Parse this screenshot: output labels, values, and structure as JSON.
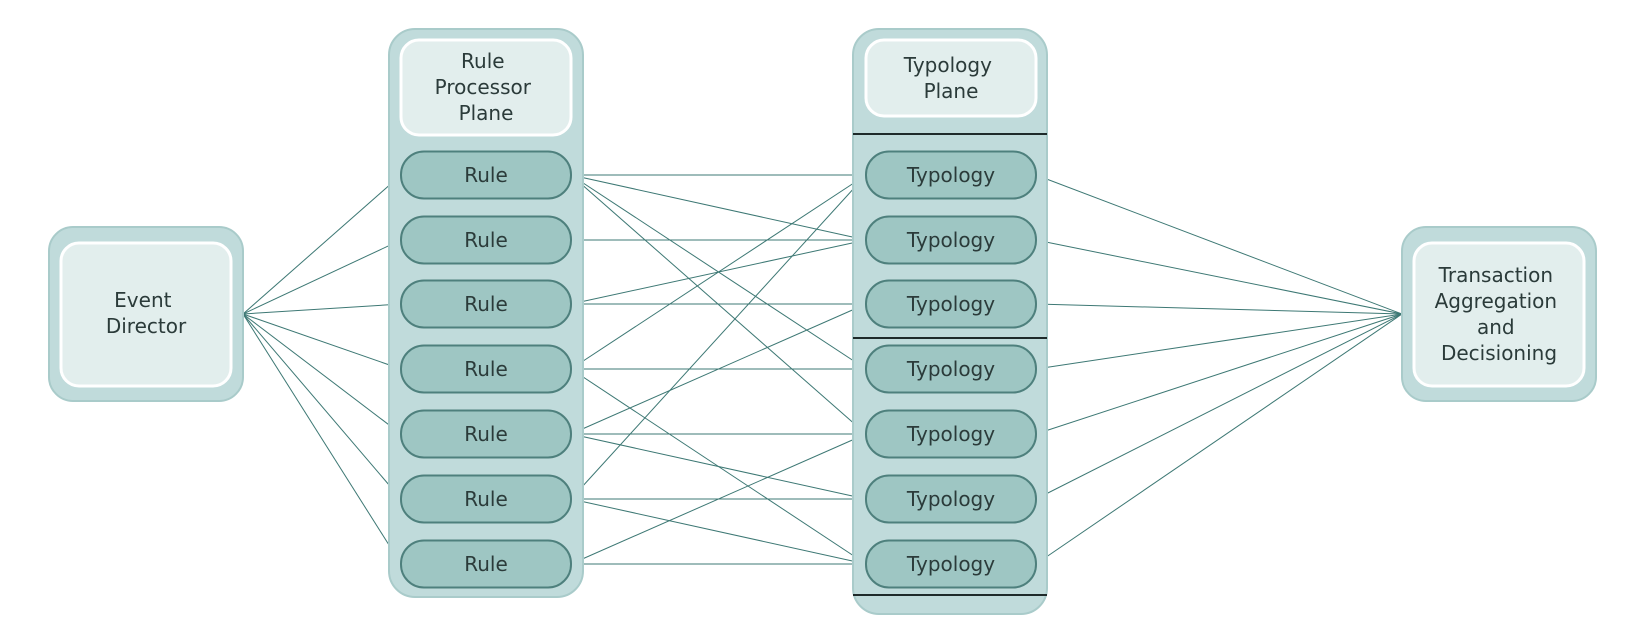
{
  "diagram": {
    "event_director": {
      "label_lines": [
        "Event",
        "Director"
      ]
    },
    "rule_plane": {
      "title_lines": [
        "Rule",
        "Processor",
        "Plane"
      ]
    },
    "typology_plane": {
      "title_lines": [
        "Typology",
        "Plane"
      ]
    },
    "tadp": {
      "label_lines": [
        "Transaction",
        "Aggregation",
        "and",
        "Decisioning"
      ]
    },
    "rules": [
      "Rule",
      "Rule",
      "Rule",
      "Rule",
      "Rule",
      "Rule",
      "Rule"
    ],
    "typologies": [
      "Typology",
      "Typology",
      "Typology",
      "Typology",
      "Typology",
      "Typology",
      "Typology"
    ],
    "rule_typology_links": [
      [
        0,
        0
      ],
      [
        0,
        1
      ],
      [
        0,
        3
      ],
      [
        0,
        4
      ],
      [
        1,
        1
      ],
      [
        2,
        1
      ],
      [
        2,
        2
      ],
      [
        3,
        0
      ],
      [
        3,
        3
      ],
      [
        3,
        6
      ],
      [
        4,
        2
      ],
      [
        4,
        4
      ],
      [
        4,
        5
      ],
      [
        5,
        0
      ],
      [
        5,
        5
      ],
      [
        5,
        6
      ],
      [
        6,
        4
      ],
      [
        6,
        6
      ]
    ],
    "colors": {
      "plane_fill": "#c0dbdb",
      "plane_stroke": "#a9cbca",
      "header_fill": "#e2eeed",
      "node_fill": "#9ec6c3",
      "node_stroke": "#4e807d",
      "edge": "#3d7874",
      "separator": "#1e2a2a",
      "text": "#2b3b3a"
    }
  }
}
